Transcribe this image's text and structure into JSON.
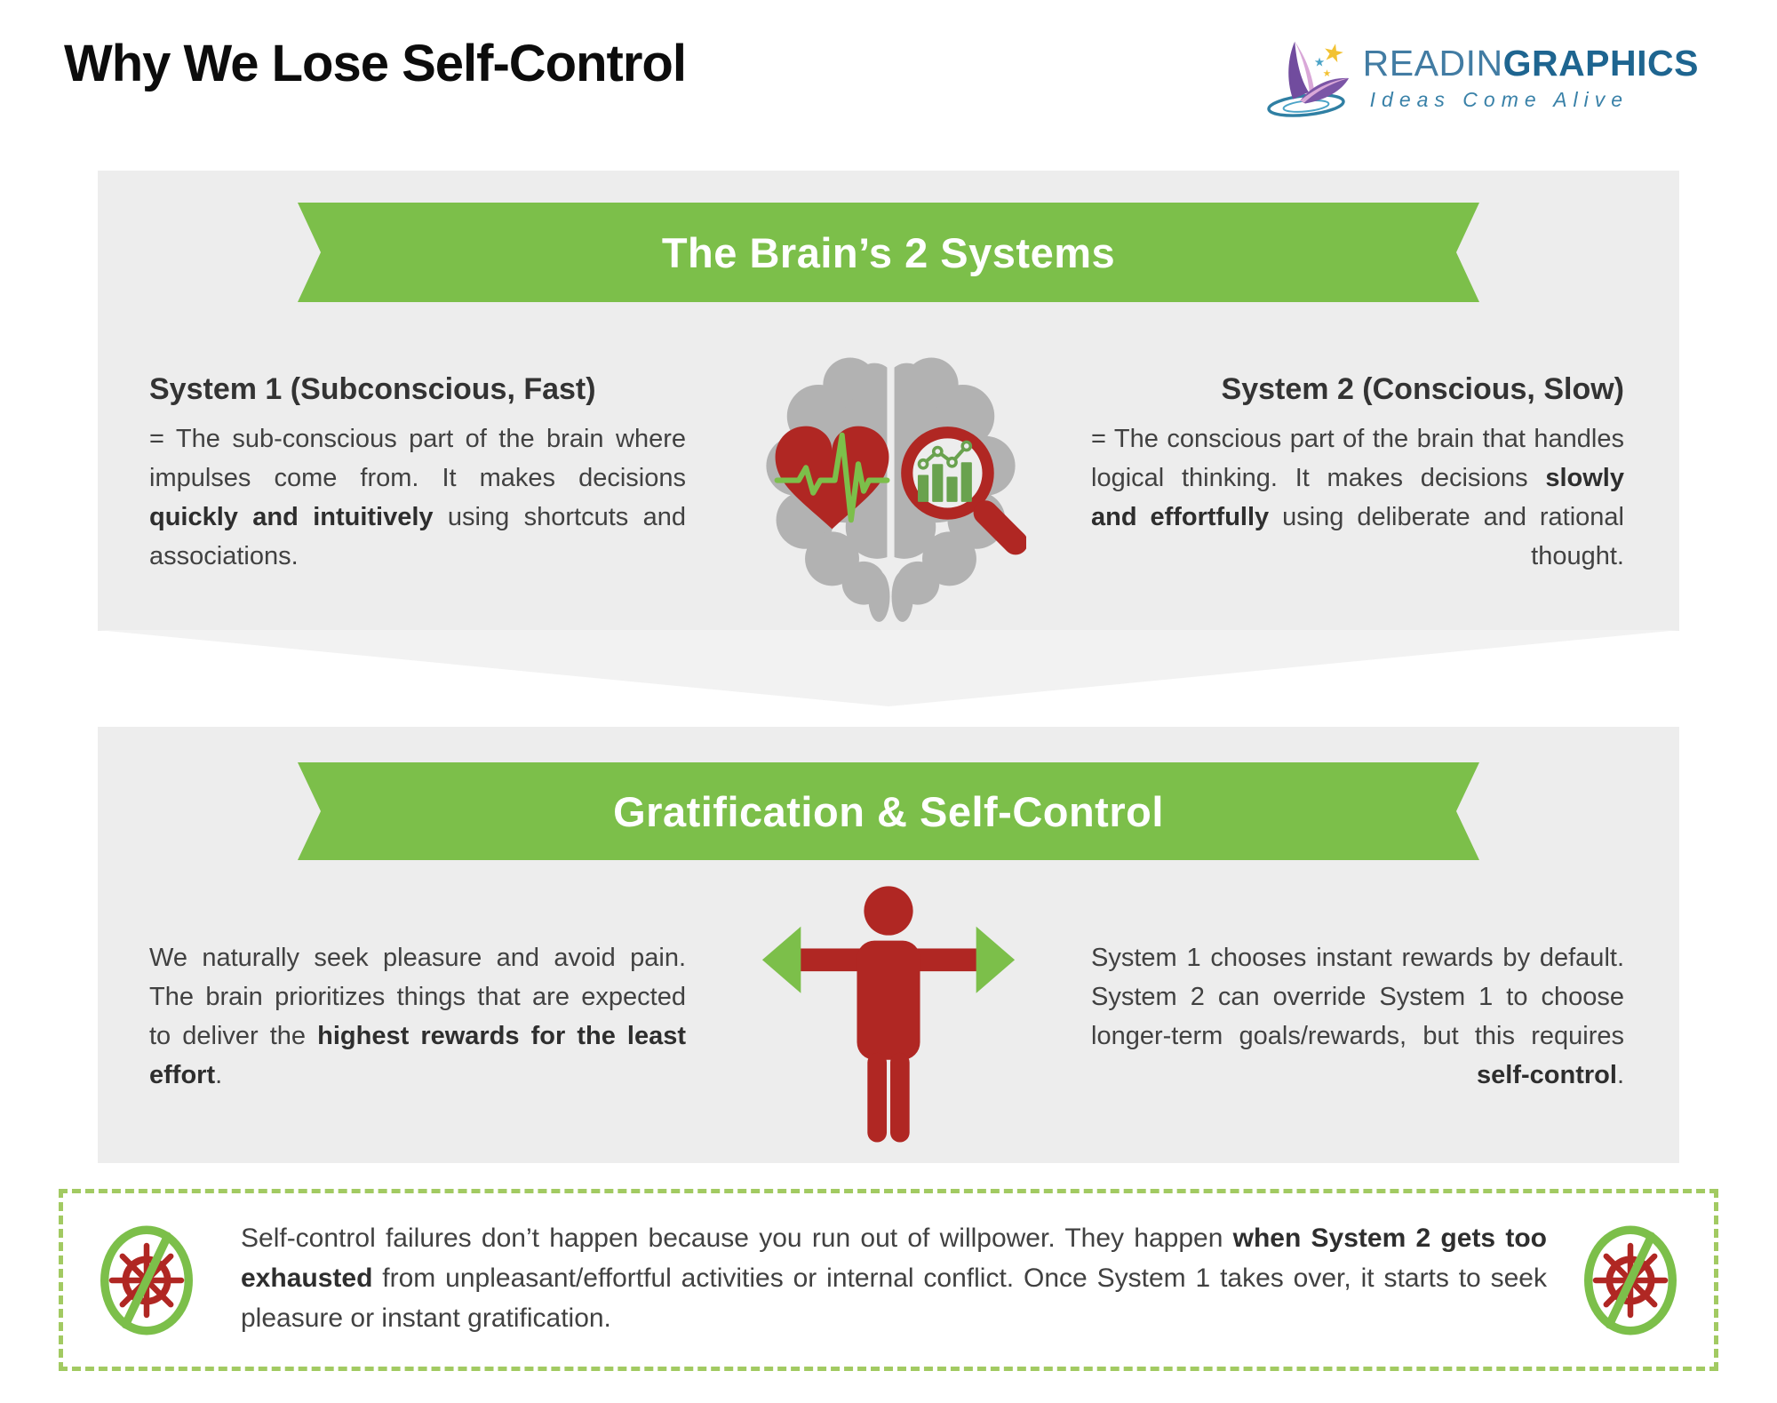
{
  "header": {
    "title": "Why We Lose Self-Control",
    "logo": {
      "brand_light": "READIN",
      "brand_bold": "GRAPHICS",
      "tagline": "Ideas Come Alive"
    }
  },
  "sections": {
    "brain": {
      "banner": "The Brain’s 2 Systems",
      "system1": {
        "heading": "System 1 (Subconscious, Fast)",
        "text_before": "= The sub-conscious part of the brain where impulses come from. It makes decisions ",
        "text_bold": "quickly and intuitively",
        "text_after": " using shortcuts and associations."
      },
      "system2": {
        "heading": "System 2 (Conscious, Slow)",
        "text_before": "= The conscious part of the brain that handles logical thinking. It makes decisions ",
        "text_bold": "slowly and effortfully",
        "text_after": " using deliberate and rational thought."
      }
    },
    "gratification": {
      "banner": "Gratification & Self-Control",
      "left": {
        "text_before": "We naturally seek pleasure and avoid pain. The brain prioritizes things that are expected to deliver the ",
        "text_bold": "highest rewards for the least effort",
        "text_after": "."
      },
      "right": {
        "text_before": "System 1 chooses instant rewards by default. System 2 can override System 1 to choose longer-term goals/rewards, but this requires ",
        "text_bold": "self-control",
        "text_after": "."
      }
    }
  },
  "callout": {
    "text_before": "Self-control failures don’t happen because you run out of willpower. They happen ",
    "text_bold": "when System 2 gets too exhausted",
    "text_after": " from unpleasant/effortful activities or internal conflict. Once System 1 takes over, it starts to seek pleasure or instant gratification."
  },
  "icons": {
    "logo": "reading-graphics-book-logo",
    "brain": "brain-hemispheres-icon",
    "heart": "heart-pulse-icon",
    "magnifier": "magnifier-chart-icon",
    "person": "person-choice-arrows-icon",
    "no_control": "no-steering-wheel-icon"
  },
  "colors": {
    "green": "#7cbf4a",
    "green_dash": "#a2ca62",
    "red": "#b02723",
    "panel_gray": "#ededed",
    "chevron_gray": "#f2f2f2",
    "brain_gray": "#b2b2b2",
    "bar_green": "#69a24e",
    "logo_teal_light": "#427ca3",
    "logo_teal_dark": "#1e6590",
    "text_dark": "#414141"
  }
}
